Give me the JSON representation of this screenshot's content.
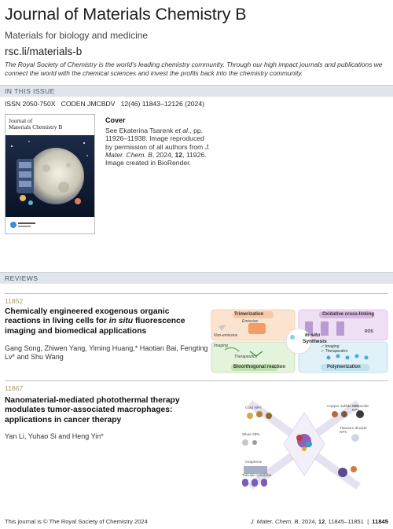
{
  "header": {
    "journal_title": "Journal of Materials Chemistry B",
    "subtitle": "Materials for biology and medicine",
    "url": "rsc.li/materials-b",
    "statement": "The Royal Society of Chemistry is the world's leading chemistry community. Through our high impact journals and publications we connect the world with the chemical sciences and invest the profits back into the chemistry community."
  },
  "in_this_issue": {
    "heading": "IN THIS ISSUE",
    "meta": "ISSN 2050-750X   CODEN JMCBDV   12(46) 11843–12126 (2024)",
    "cover": {
      "label": "Cover",
      "text_pre": "See Ekaterina Tsarenk",
      "text_etal": "et al.",
      "text_mid": ", pp. 11926–11938. Image reproduced by permission of all authors from ",
      "text_journal": "J. Mater. Chem. B",
      "text_year": ", 2024, ",
      "text_vol": "12",
      "text_post": ", 11926. Image created in BioRender.",
      "image_journal_line1": "Journal of",
      "image_journal_line2": "Materials Chemistry B"
    }
  },
  "reviews": {
    "heading": "REVIEWS",
    "articles": [
      {
        "page": "11852",
        "title_pre": "Chemically engineered exogenous organic reactions in living cells for ",
        "title_italic": "in situ",
        "title_post": " fluorescence imaging and biomedical applications",
        "authors": "Gang Song, Zhiwen Yang, Yiming Huang,* Haotian Bai, Fengting Lv* and Shu Wang",
        "graphic": {
          "trimerization": "Trimerization",
          "oxidative": "Oxidative cross-linking",
          "emissive": "Emissive",
          "non_emissive": "Non-emissive",
          "in_situ": "In situ",
          "synthesis": "Synthesis",
          "imaging": "Imaging",
          "therapeutics": "Therapeutics",
          "bioorthogonal": "Bioorthogonal reaction",
          "polymerization": "Polymerization",
          "ros": "ROS",
          "check_imaging": "✓ Imaging",
          "check_therapeutics": "✓ Therapeutics"
        }
      },
      {
        "page": "11867",
        "title": "Nanomaterial-mediated photothermal therapy modulates tumor-associated macrophages: applications in cancer therapy",
        "authors": "Yan Li, Yuhao Si and Heng Yin*",
        "graphic": {
          "gold": "Gold NPs",
          "copper": "Copper sulfide NPs",
          "iron": "Iron oxide NPs",
          "silver": "Silver NPs",
          "titanium": "Titanium dioxide NPs",
          "graphene": "Graphene",
          "nanotube": "Tubular nanotube"
        }
      }
    ]
  },
  "footer": {
    "left": "This journal is © The Royal Society of Chemistry 2024",
    "right_journal": "J. Mater. Chem. B",
    "right_citation": ", 2024, ",
    "right_vol": "12",
    "right_pages": ", 11845–11851  |  ",
    "right_page": "11845"
  },
  "colors": {
    "section_bar": "#dfe5ea",
    "page_number": "#a89a6b",
    "trimerization": "#f6c9a8",
    "oxidative": "#d9b7e2",
    "bioorthogonal": "#bfe0b0",
    "polymerization": "#bfe2ee"
  }
}
